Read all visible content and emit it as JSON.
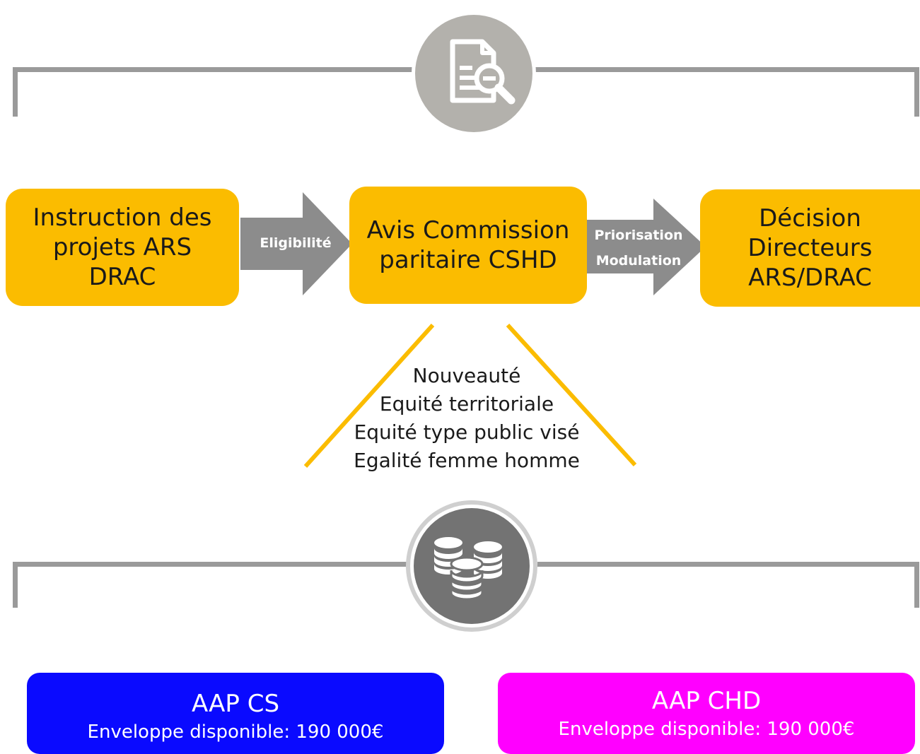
{
  "flow": {
    "step1": "Instruction des\nprojets ARS\nDRAC",
    "arrow1": "Eligibilité",
    "step2": "Avis Commission\nparitaire CSHD",
    "arrow2": "Priorisation\nModulation",
    "step3": "Décision\nDirecteurs\nARS/DRAC"
  },
  "criteria": [
    "Nouveauté",
    "Equité territoriale",
    "Equité type public visé",
    "Egalité femme homme"
  ],
  "budgets": {
    "cs": {
      "title": "AAP CS",
      "amount": "Enveloppe disponible: 190 000€"
    },
    "chd": {
      "title": "AAP CHD",
      "amount": "Enveloppe disponible: 190 000€"
    }
  },
  "colors": {
    "orange": "#fbbc00",
    "arrow_gray": "#8c8c8c",
    "bracket_gray": "#9a9a9a",
    "cs_blue": "#0a0aff",
    "chd_magenta": "#ff00ff"
  },
  "icons": {
    "top": "document-search-icon",
    "bottom": "coins-icon"
  }
}
